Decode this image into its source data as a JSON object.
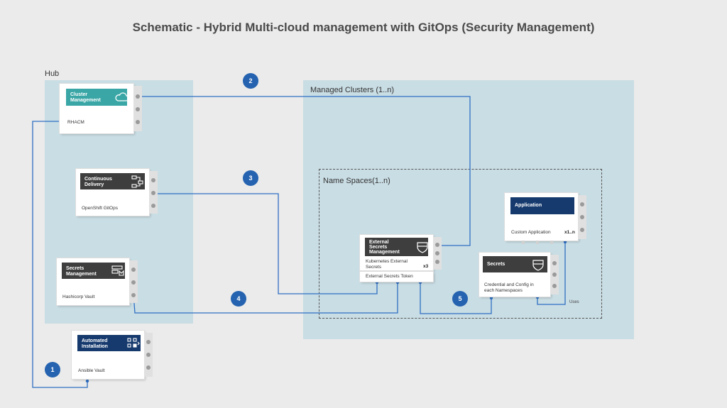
{
  "title": "Schematic - Hybrid Multi-cloud management with GitOps (Security Management)",
  "regions": {
    "hub": "Hub",
    "managed_clusters": "Managed Clusters (1..n)",
    "name_spaces": "Name Spaces(1..n)"
  },
  "cards": {
    "cluster_management": {
      "header": "Cluster Management",
      "label": "RHACM",
      "header_color": "#3aa6a6",
      "icon": "cloud-icon"
    },
    "continuous_delivery": {
      "header": "Continuous Delivery",
      "label": "OpenShift GitOps",
      "header_color": "#3e3e3e",
      "icon": "pipeline-icon"
    },
    "secrets_management": {
      "header": "Secrets Management",
      "label": "Hashicorp Vault",
      "header_color": "#3e3e3e",
      "icon": "secrets-icon"
    },
    "automated_installation": {
      "header": "Automated Installation",
      "label": "Ansible Vault",
      "header_color": "#163a6e",
      "icon": "automation-icon"
    },
    "external_secrets": {
      "header": "External Secrets Management",
      "label": "Kubernetes External Secrets",
      "badge": "x3",
      "footer": "External Secrets Token",
      "header_color": "#3e3e3e",
      "icon": "shield-icon"
    },
    "application": {
      "header": "Application",
      "label": "Custom Application",
      "badge": "x1..n",
      "header_color": "#163a6e"
    },
    "secrets": {
      "header": "Secrets",
      "label": "Credential and Config in each Namespaces",
      "header_color": "#3e3e3e",
      "icon": "shield-icon"
    }
  },
  "markers": [
    "1",
    "2",
    "3",
    "4",
    "5"
  ],
  "uses_label": "Uses",
  "colors": {
    "line": "#2f6fc2",
    "marker": "#2563b0",
    "region": "#c9dde4",
    "background": "#ebebeb"
  }
}
